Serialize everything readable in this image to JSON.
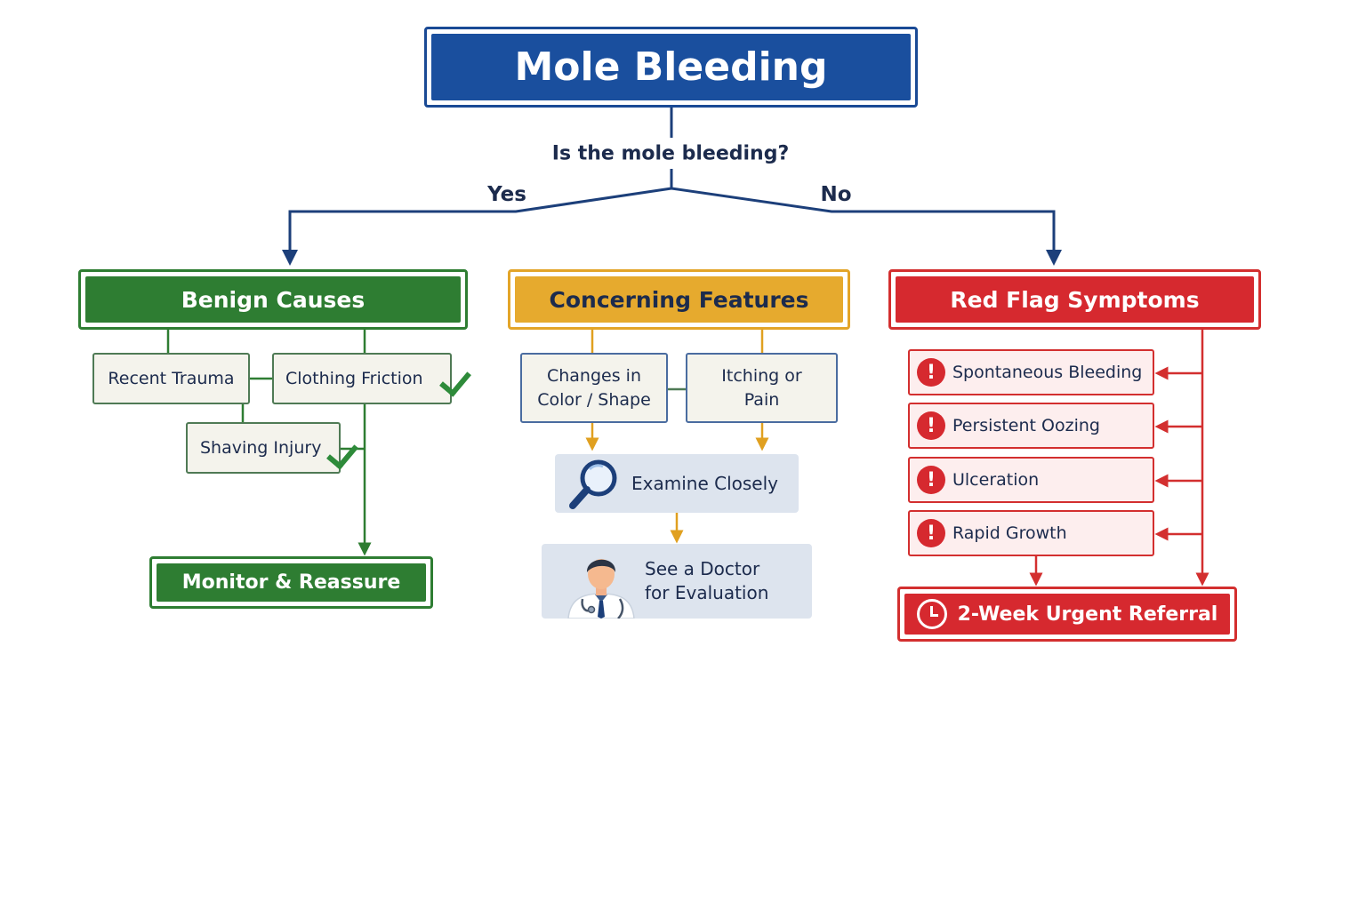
{
  "title": "Mole Bleeding",
  "question": "Is the mole bleeding?",
  "yes_label": "Yes",
  "no_label": "No",
  "benign": {
    "header": "Benign Causes",
    "recent_trauma": "Recent Trauma",
    "clothing_friction": "Clothing Friction",
    "shaving_injury": "Shaving Injury",
    "monitor": "Monitor & Reassure"
  },
  "concerning": {
    "header": "Concerning Features",
    "changes_line1": "Changes in",
    "changes_line2": "Color / Shape",
    "itching_line1": "Itching or",
    "itching_line2": "Pain",
    "examine": "Examine Closely",
    "doctor_line1": "See a Doctor",
    "doctor_line2": "for Evaluation"
  },
  "red_flag": {
    "header": "Red Flag Symptoms",
    "items": [
      "Spontaneous Bleeding",
      "Persistent Oozing",
      "Ulceration",
      "Rapid Growth"
    ],
    "referral": "2-Week Urgent Referral"
  },
  "colors": {
    "navy": "#1a4f9e",
    "green": "#2e7d32",
    "amber": "#e6aa2e",
    "red": "#d6292f"
  },
  "icons": {
    "check": "check-icon",
    "magnifier": "magnifier-icon",
    "doctor": "doctor-icon",
    "alert": "exclamation-icon",
    "clock": "clock-icon"
  }
}
